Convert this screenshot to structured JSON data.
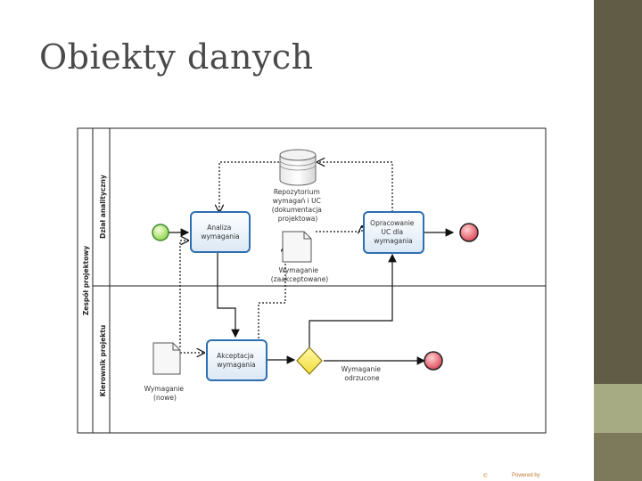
{
  "slide": {
    "title": "Obiekty danych",
    "colors": {
      "sidebar": "#615c45",
      "accent": "#a7ab84",
      "task_stroke": "#2e6fb0",
      "start": "#4caf50",
      "end": "#c0303a",
      "gateway": "#f2dd3c"
    }
  },
  "diagram": {
    "pool_label": "Zespół projektowy",
    "lanes": [
      {
        "label": "Dział analityczny"
      },
      {
        "label": "Kierownik projektu"
      }
    ],
    "tasks": {
      "analiza": [
        "Analiza",
        "wymagania"
      ],
      "opracowanie": [
        "Opracowanie",
        "UC dla",
        "wymagania"
      ],
      "akceptacja": [
        "Akceptacja",
        "wymagania"
      ]
    },
    "datastore_label": [
      "Repozytorium",
      "wymagań i UC",
      "(dokumentacja",
      "projektowa)"
    ],
    "data_objects": {
      "zaakceptowane": [
        "Wymaganie",
        "(zaakceptowane)"
      ],
      "nowe": [
        "Wymaganie",
        "(nowe)"
      ]
    },
    "end_reject_label": [
      "Wymaganie",
      "odrzucone"
    ]
  },
  "footer": {
    "left": "©",
    "right": "Powered by"
  }
}
